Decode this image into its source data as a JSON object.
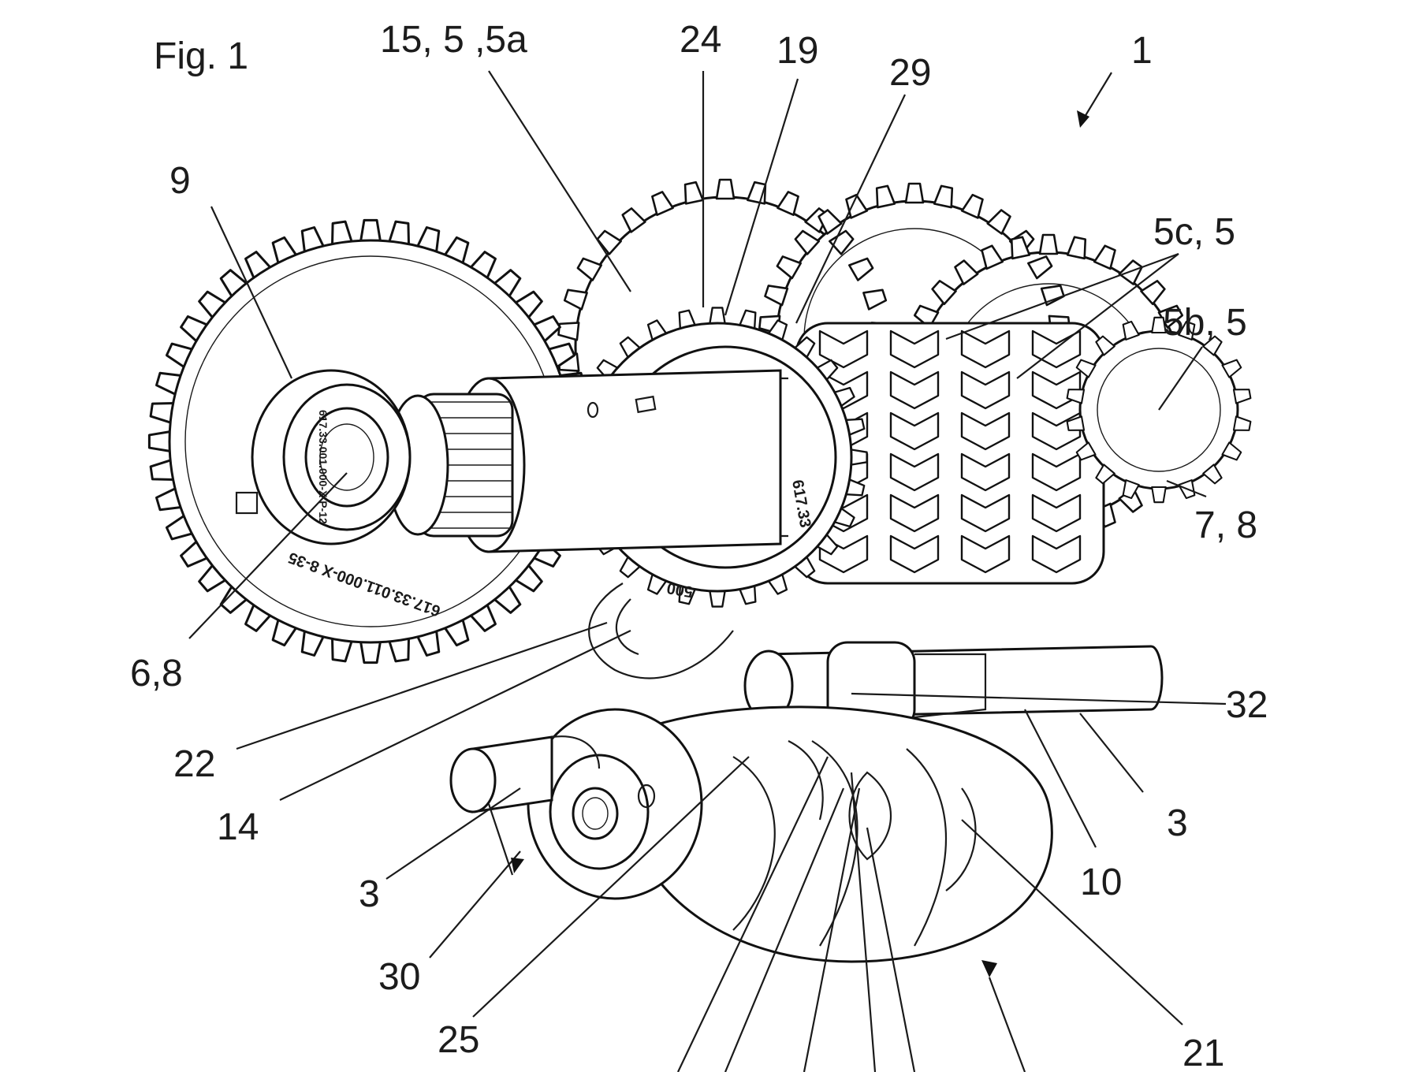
{
  "figure": {
    "title": "Fig. 1",
    "stamps": {
      "gear_main": "617.33.011.000-X   8-35",
      "collar": "617.33",
      "hub": "500",
      "shaft": "617.33.001.000-X P-12"
    },
    "labels": [
      {
        "id": "1",
        "text": "1"
      },
      {
        "id": "15-5-5a",
        "text": "15, 5 ,5a"
      },
      {
        "id": "24",
        "text": "24"
      },
      {
        "id": "19",
        "text": "19"
      },
      {
        "id": "29",
        "text": "29"
      },
      {
        "id": "9",
        "text": "9"
      },
      {
        "id": "5c-5",
        "text": "5c, 5"
      },
      {
        "id": "5b-5",
        "text": "5b, 5"
      },
      {
        "id": "7-8",
        "text": "7, 8"
      },
      {
        "id": "6-8",
        "text": "6,8"
      },
      {
        "id": "32",
        "text": "32"
      },
      {
        "id": "22",
        "text": "22"
      },
      {
        "id": "14",
        "text": "14"
      },
      {
        "id": "3-right",
        "text": "3"
      },
      {
        "id": "3-left",
        "text": "3"
      },
      {
        "id": "10",
        "text": "10"
      },
      {
        "id": "30",
        "text": "30"
      },
      {
        "id": "25",
        "text": "25"
      },
      {
        "id": "21",
        "text": "21"
      }
    ]
  }
}
